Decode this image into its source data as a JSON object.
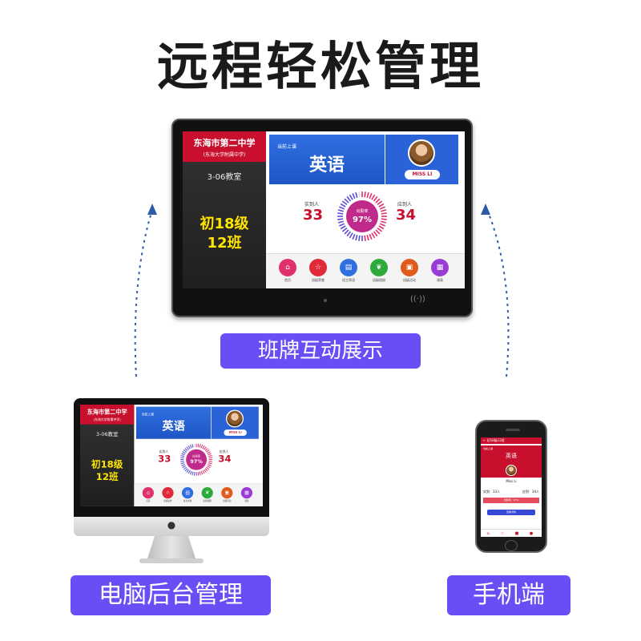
{
  "page": {
    "title": "远程轻松管理"
  },
  "labels": {
    "board_display": "班牌互动展示",
    "pc_backend": "电脑后台管理",
    "mobile": "手机端"
  },
  "board": {
    "school_name": "东海市第二中学",
    "school_sub": "(东海大学附属中学)",
    "room": "3-06教室",
    "class_line1": "初18级",
    "class_line2": "12班",
    "current_tag": "当前上课",
    "subject": "英语",
    "teacher": "MISS LI",
    "actual_label": "实到人",
    "actual_value": "33",
    "expected_label": "应到人",
    "expected_value": "34",
    "rate_label": "出勤率",
    "rate_value": "97%",
    "rate_fraction": 0.97,
    "nav": [
      {
        "icon": "home-icon",
        "glyph": "⌂",
        "label": "首页",
        "color": "#e0306e"
      },
      {
        "icon": "star-icon",
        "glyph": "☆",
        "label": "班级荣誉",
        "color": "#e02a3a"
      },
      {
        "icon": "book-icon",
        "glyph": "▤",
        "label": "班主寄语",
        "color": "#2f6fe0"
      },
      {
        "icon": "leaf-icon",
        "glyph": "❦",
        "label": "班级相册",
        "color": "#2eaa3a"
      },
      {
        "icon": "image-icon",
        "glyph": "▣",
        "label": "班级活动",
        "color": "#e05a1e"
      },
      {
        "icon": "calendar-icon",
        "glyph": "▦",
        "label": "课表",
        "color": "#9a3bd6"
      }
    ]
  },
  "phone": {
    "topbar": "← 初18级12班",
    "tag": "当前上课",
    "subject": "英语",
    "teacher": "Miss Li",
    "actual": "实到：33人",
    "expected": "应到：34人",
    "rate": "出勤率：97%",
    "button": "查看详情",
    "nav": [
      "⌂",
      "☆",
      "■",
      "●"
    ]
  },
  "colors": {
    "accent": "#6a4ef5",
    "brand_red": "#c8102e",
    "brand_blue": "#2f6fe0",
    "highlight": "#ffe600"
  }
}
